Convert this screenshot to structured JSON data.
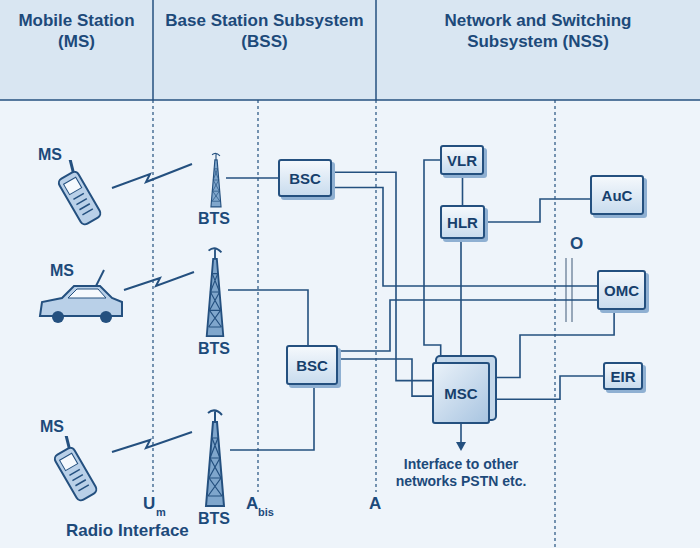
{
  "diagram": {
    "nodes": [
      {
        "text": [
          "Mobile Station (MS)"
        ]
      },
      {
        "text": [
          "Base Station Subsystem (BSS)"
        ]
      },
      {
        "text": [
          "Network and Switching Subsystem (NSS)"
        ]
      },
      {
        "text": [
          "BSC"
        ]
      },
      {
        "text": [
          "VLR"
        ]
      },
      {
        "text": [
          "HLR"
        ]
      },
      {
        "text": [
          "AuC"
        ]
      },
      {
        "text": [
          "OMC"
        ]
      },
      {
        "text": [
          "BSC"
        ]
      },
      {
        "text": [
          "MSC"
        ]
      },
      {
        "text": [
          "EIR"
        ]
      }
    ],
    "edges": [
      {
        "from": 3,
        "to": 9,
        "arrow": "none"
      },
      {
        "from": 3,
        "to": 7,
        "arrow": "none"
      },
      {
        "from": 8,
        "to": 9,
        "arrow": "none"
      },
      {
        "from": 8,
        "to": 7,
        "arrow": "none"
      },
      {
        "from": 4,
        "to": 5,
        "arrow": "none"
      },
      {
        "from": 5,
        "to": 6,
        "arrow": "none"
      },
      {
        "from": 4,
        "to": 9,
        "arrow": "none"
      },
      {
        "from": 5,
        "to": 9,
        "arrow": "none"
      },
      {
        "from": 9,
        "to": 7,
        "arrow": "none"
      },
      {
        "from": 9,
        "to": 10,
        "arrow": "none"
      }
    ],
    "labels": [
      "MS",
      "MS",
      "MS",
      "BTS",
      "BTS",
      "BTS",
      "O",
      "U",
      "m",
      "A",
      "bis",
      "A",
      "Radio Interface",
      "Interface to other networks PSTN etc."
    ]
  }
}
